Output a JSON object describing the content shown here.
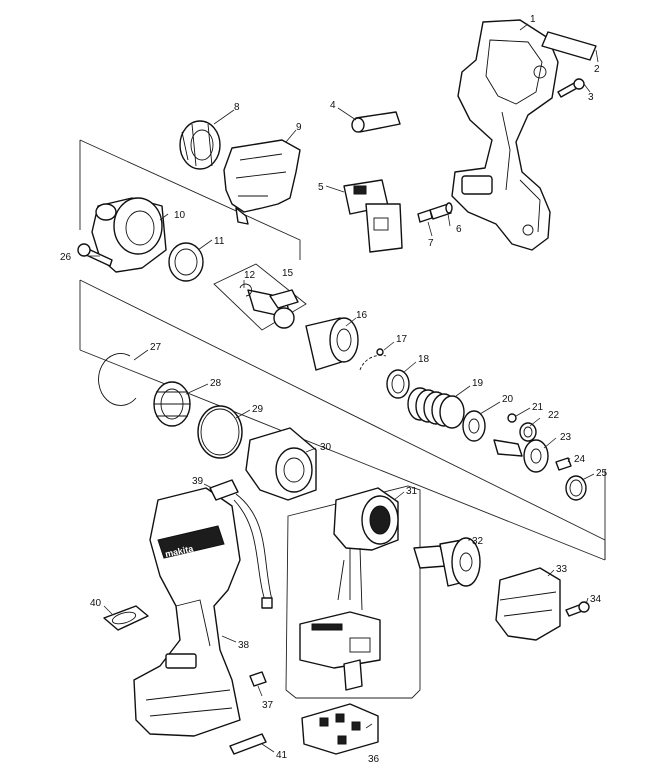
{
  "callouts": [
    {
      "id": "p1",
      "label": "1"
    },
    {
      "id": "p2",
      "label": "2"
    },
    {
      "id": "p3",
      "label": "3"
    },
    {
      "id": "p4",
      "label": "4"
    },
    {
      "id": "p5",
      "label": "5"
    },
    {
      "id": "p6",
      "label": "6"
    },
    {
      "id": "p7",
      "label": "7"
    },
    {
      "id": "p8",
      "label": "8"
    },
    {
      "id": "p9",
      "label": "9"
    },
    {
      "id": "p10",
      "label": "10"
    },
    {
      "id": "p11",
      "label": "11"
    },
    {
      "id": "p12",
      "label": "12"
    },
    {
      "id": "p15",
      "label": "15"
    },
    {
      "id": "p16",
      "label": "16"
    },
    {
      "id": "p17",
      "label": "17"
    },
    {
      "id": "p18",
      "label": "18"
    },
    {
      "id": "p19",
      "label": "19"
    },
    {
      "id": "p20",
      "label": "20"
    },
    {
      "id": "p21",
      "label": "21"
    },
    {
      "id": "p22",
      "label": "22"
    },
    {
      "id": "p23",
      "label": "23"
    },
    {
      "id": "p24",
      "label": "24"
    },
    {
      "id": "p25",
      "label": "25"
    },
    {
      "id": "p26",
      "label": "26"
    },
    {
      "id": "p27",
      "label": "27"
    },
    {
      "id": "p28",
      "label": "28"
    },
    {
      "id": "p29",
      "label": "29"
    },
    {
      "id": "p30",
      "label": "30"
    },
    {
      "id": "p31",
      "label": "31"
    },
    {
      "id": "p32",
      "label": "32"
    },
    {
      "id": "p33",
      "label": "33"
    },
    {
      "id": "p34",
      "label": "34"
    },
    {
      "id": "p36",
      "label": "36"
    },
    {
      "id": "p37",
      "label": "37"
    },
    {
      "id": "p38",
      "label": "38"
    },
    {
      "id": "p39",
      "label": "39"
    },
    {
      "id": "p40",
      "label": "40"
    },
    {
      "id": "p41",
      "label": "41"
    }
  ],
  "brand_mark": "makita"
}
